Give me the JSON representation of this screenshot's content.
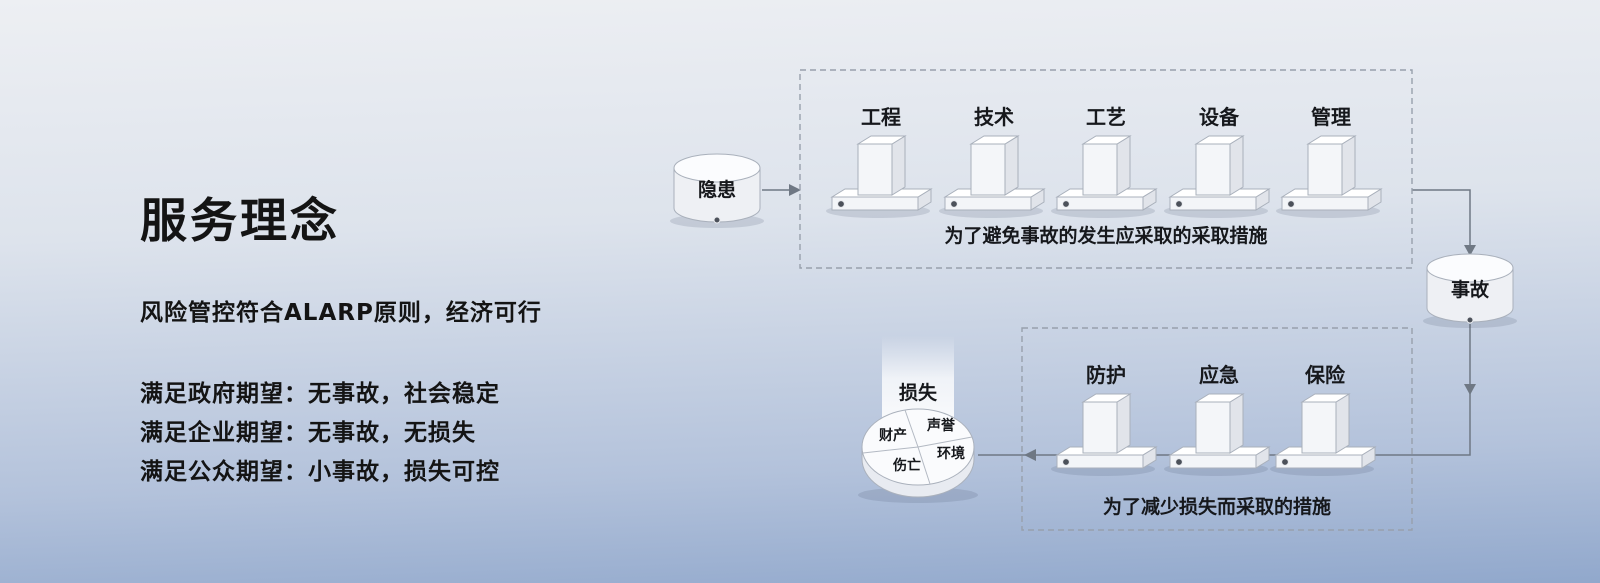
{
  "colors": {
    "insurance_green": "#0a9e36",
    "background_top": "#edeff3",
    "background_bottom": "#91a8cc",
    "line_gray": "#6f7884"
  },
  "left_panel": {
    "title": "服务理念",
    "subtitle": "风险管控符合ALARP原则，经济可行",
    "expectations": [
      "满足政府期望：无事故，社会稳定",
      "满足企业期望：无事故，无损失",
      "满足公众期望：小事故，损失可控"
    ]
  },
  "diagram": {
    "hazard_label": "隐患",
    "accident_label": "事故",
    "loss_label": "损失",
    "prevention": {
      "items": [
        "工程",
        "技术",
        "工艺",
        "设备",
        "管理"
      ],
      "caption": "为了避免事故的发生应采取的采取措施"
    },
    "mitigation": {
      "items": [
        "防护",
        "应急",
        "保险"
      ],
      "caption": "为了减少损失而采取的措施"
    },
    "loss_segments": [
      "财产",
      "声誉",
      "伤亡",
      "环境"
    ]
  }
}
